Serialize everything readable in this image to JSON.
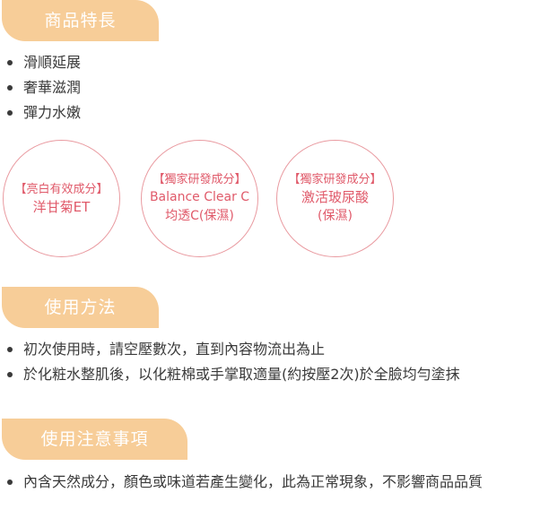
{
  "features": {
    "title": "商品特長",
    "items": [
      "滑順延展",
      "奢華滋潤",
      "彈力水嫩"
    ]
  },
  "badges": [
    {
      "tag": "【亮白有效成分】",
      "line1": "洋甘菊ET",
      "line2": "",
      "line3": ""
    },
    {
      "tag": "【獨家研發成分】",
      "line1": "Balance Clear C",
      "line2": "均透C(保濕)",
      "line3": ""
    },
    {
      "tag": "【獨家研發成分】",
      "line1": "激活玻尿酸",
      "line2": "(保濕)",
      "line3": ""
    }
  ],
  "usage": {
    "title": "使用方法",
    "items": [
      "初次使用時，請空壓數次，直到內容物流出為止",
      "於化粧水整肌後，以化粧棉或手掌取適量(約按壓2次)於全臉均勻塗抹"
    ]
  },
  "notes": {
    "title": "使用注意事項",
    "items": [
      "內含天然成分，顏色或味道若產生變化，此為正常現象，不影響商品品質"
    ]
  },
  "colors": {
    "header_bg": "#f7cd98",
    "badge_border": "#e99aa0",
    "badge_text": "#e05a6a",
    "body_text": "#3a3a3a"
  }
}
